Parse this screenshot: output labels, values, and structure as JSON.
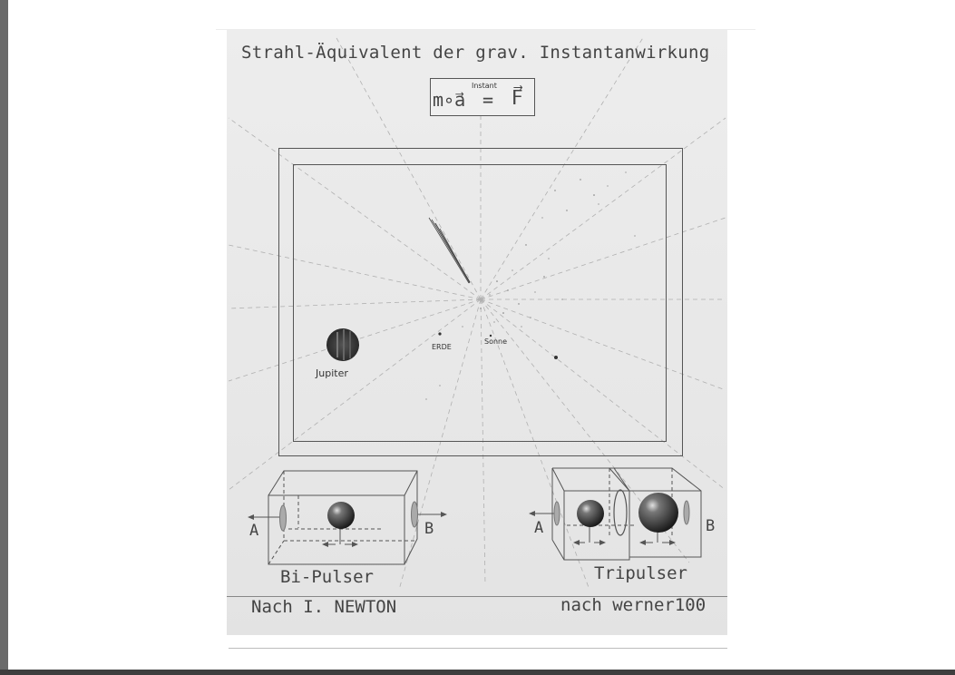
{
  "title": "Strahl-Äquivalent der grav. Instantanwirkung",
  "formula": {
    "left": "m∘a⃗",
    "superscript": "Instant",
    "equals": "=",
    "right": "F⃗"
  },
  "bodies": {
    "jupiter": "Jupiter",
    "earth": "ERDE",
    "sun": "Sonne"
  },
  "bi_pulser": {
    "name": "Bi-Pulser",
    "label_a": "A",
    "label_b": "B"
  },
  "tripulser": {
    "name": "Tripulser",
    "label_a": "A",
    "label_b": "B"
  },
  "footer": {
    "left": "Nach I. NEWTON",
    "right": "nach werner100"
  },
  "colors": {
    "ink": "#444444",
    "paper": "#e9e9e9"
  }
}
